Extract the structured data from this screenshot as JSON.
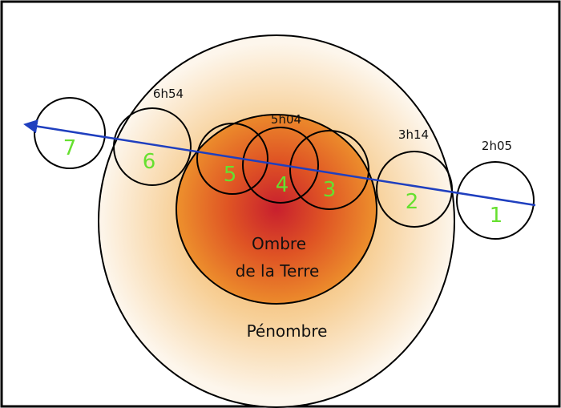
{
  "colors": {
    "umbra_center": "#c81f2e",
    "umbra_mid": "#df5424",
    "umbra_edge": "#ec8c2c",
    "penumbra_inner": "#f0a14a",
    "penumbra_outer": "#fdf6ec",
    "orbit_line": "#1f3fbf",
    "phase_number": "#66e02f",
    "outline": "#000000"
  },
  "labels": {
    "umbra_line1": "Ombre",
    "umbra_line2": "de la Terre",
    "penumbra": "Pénombre"
  },
  "phases": [
    {
      "number": "1",
      "time": "2h05"
    },
    {
      "number": "2",
      "time": "3h14"
    },
    {
      "number": "3",
      "time": ""
    },
    {
      "number": "4",
      "time": "5h04"
    },
    {
      "number": "5",
      "time": ""
    },
    {
      "number": "6",
      "time": "6h54"
    },
    {
      "number": "7",
      "time": ""
    }
  ]
}
